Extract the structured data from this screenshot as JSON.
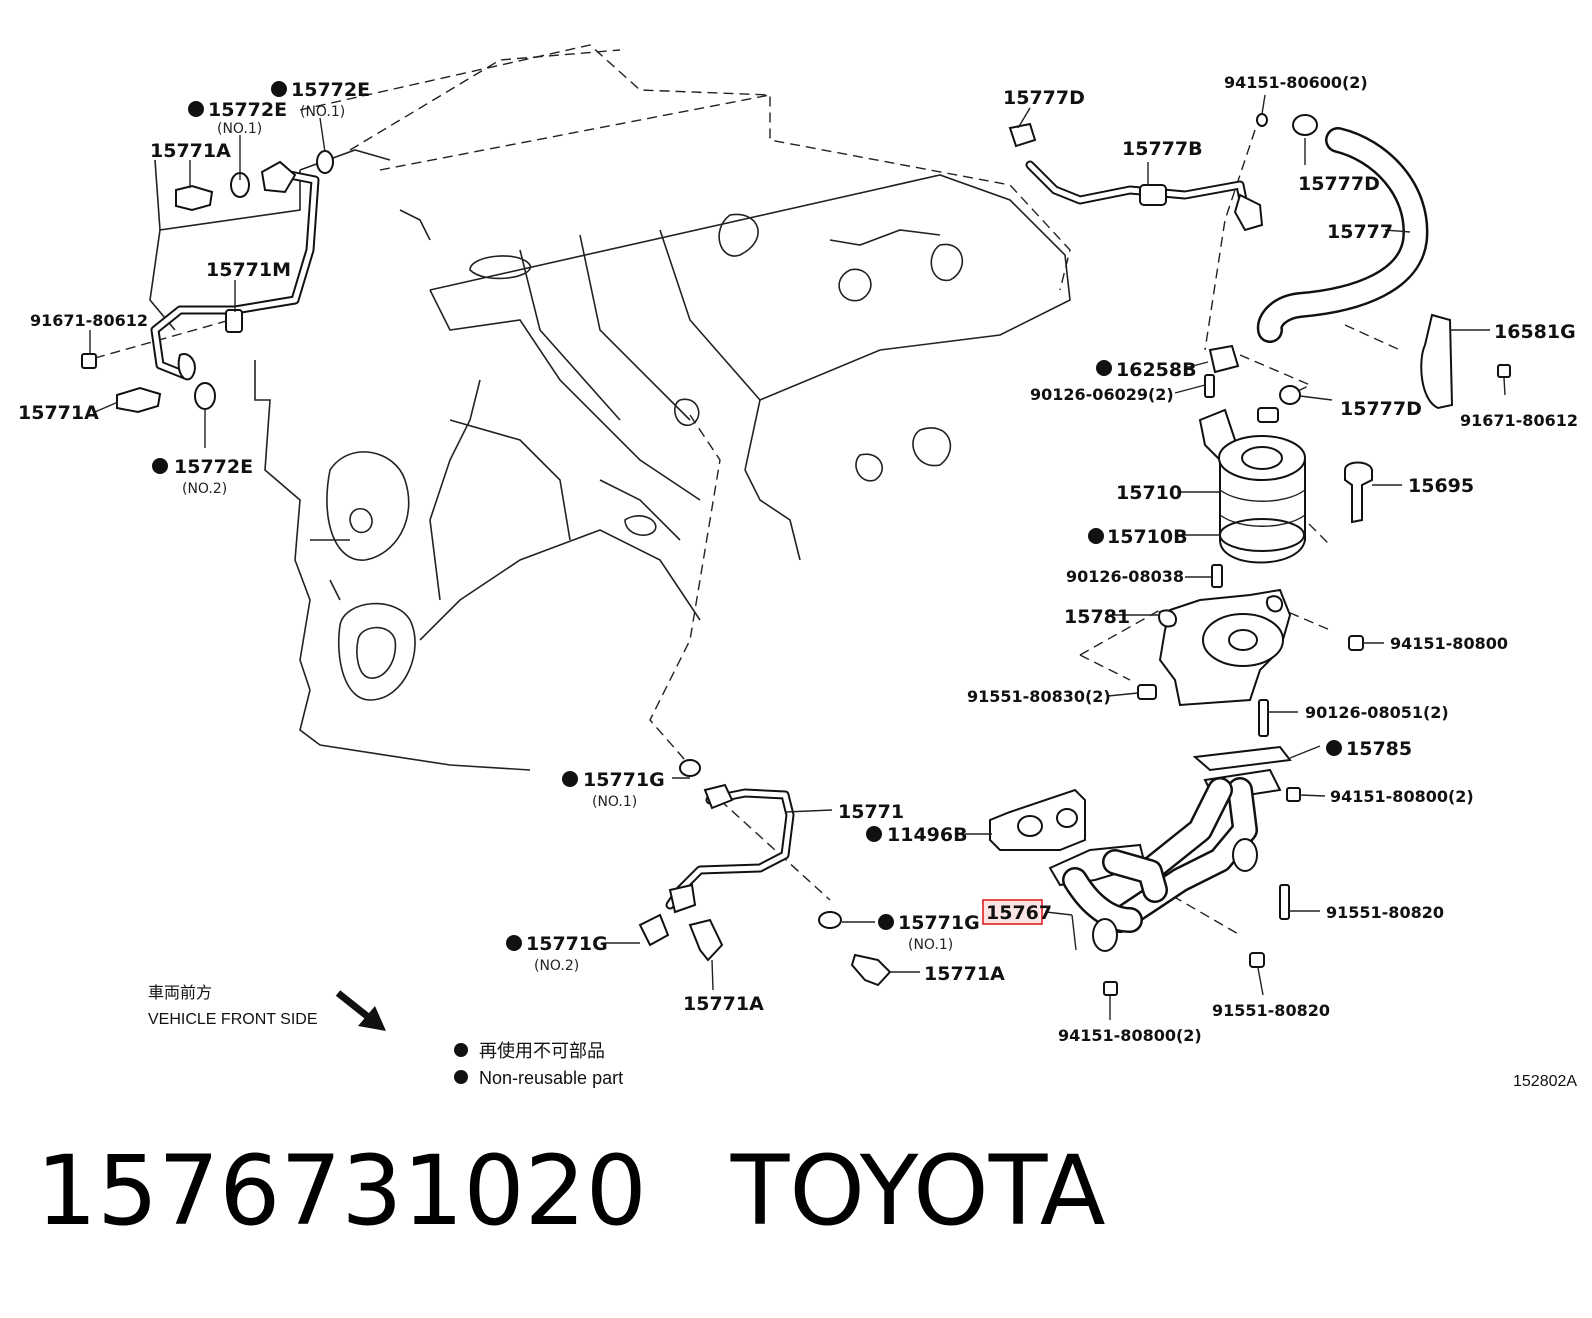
{
  "labels": {
    "l15772e_no1_top": "15772E",
    "l15772e_no1_top_sub": "(NO.1)",
    "l15772e_no1_left": "15772E",
    "l15772e_no1_left_sub": "(NO.1)",
    "l15771a_top": "15771A",
    "l15771m": "15771M",
    "l91671_left": "91671-80612",
    "l15771a_left": "15771A",
    "l15772e_no2": "15772E",
    "l15772e_no2_sub": "(NO.2)",
    "l15777d_top": "15777D",
    "l94151_80600": "94151-80600(2)",
    "l15777b": "15777B",
    "l15777d_right": "15777D",
    "l15777": "15777",
    "l16581g": "16581G",
    "l16258b": "16258B",
    "l90126_06029": "90126-06029(2)",
    "l15777d_mid": "15777D",
    "l91671_right": "91671-80612",
    "l15710": "15710",
    "l15695": "15695",
    "l15710b": "15710B",
    "l90126_08038": "90126-08038",
    "l15781": "15781",
    "l94151_80800_a": "94151-80800",
    "l91551_80830": "91551-80830(2)",
    "l90126_08051": "90126-08051(2)",
    "l15785": "15785",
    "l15771g_no1_a": "15771G",
    "l15771g_no1_a_sub": "(NO.1)",
    "l15771": "15771",
    "l94151_80800_b": "94151-80800(2)",
    "l11496b": "11496B",
    "l15767": "15767",
    "l91551_80820_a": "91551-80820",
    "l15771g_no1_b": "15771G",
    "l15771g_no1_b_sub": "(NO.1)",
    "l15771g_no2": "15771G",
    "l15771g_no2_sub": "(NO.2)",
    "l15771a_bottom_right": "15771A",
    "l15771a_bottom": "15771A",
    "l91551_80820_b": "91551-80820",
    "l94151_80800_c": "94151-80800(2)"
  },
  "notes": {
    "vehicle_front_jp": "車両前方",
    "vehicle_front_en": "VEHICLE FRONT SIDE",
    "nonreusable_jp": "再使用不可部品",
    "nonreusable_en": "Non-reusable part",
    "diagram_code": "152802A"
  },
  "footer": {
    "part_number": "1576731020",
    "brand": "TOYOTA"
  },
  "highlight_color": "#dd2222"
}
